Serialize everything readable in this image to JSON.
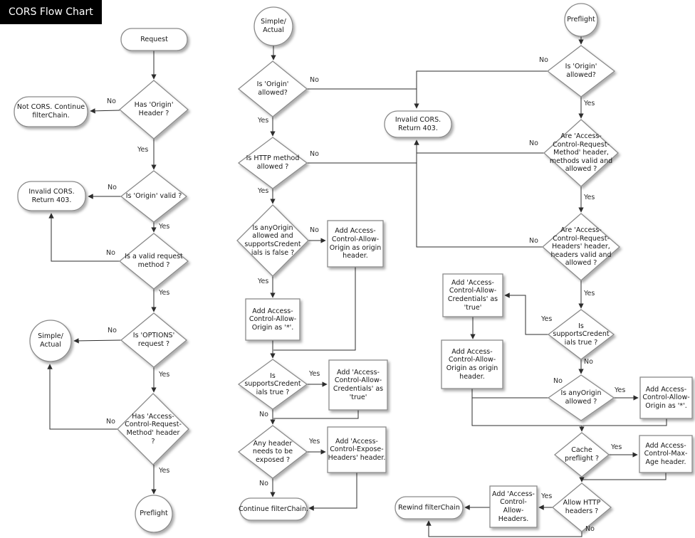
{
  "title": "CORS Flow Chart",
  "branch_labels": {
    "yes": "Yes",
    "no": "No"
  },
  "nodes": {
    "request": {
      "type": "terminator",
      "label": "Request"
    },
    "has_origin_header": {
      "type": "decision",
      "label": "Has 'Origin'\nHeader ?"
    },
    "not_cors": {
      "type": "terminator",
      "label": "Not CORS. Continue\nfilterChain."
    },
    "is_origin_valid": {
      "type": "decision",
      "label": "Is 'Origin' valid ?"
    },
    "invalid_cors_1": {
      "type": "terminator",
      "label": "Invalid CORS.\nReturn 403."
    },
    "is_valid_request_method": {
      "type": "decision",
      "label": "Is a valid request\nmethod ?"
    },
    "is_options_request": {
      "type": "decision",
      "label": "Is 'OPTIONS'\nrequest ?"
    },
    "simple_actual_1": {
      "type": "connector",
      "label": "Simple/\nActual"
    },
    "has_acr_method_header": {
      "type": "decision",
      "label": "Has 'Access-\nControl-Request-\nMethod' header\n?"
    },
    "preflight_1": {
      "type": "connector",
      "label": "Preflight"
    },
    "simple_actual_2": {
      "type": "connector",
      "label": "Simple/\nActual"
    },
    "is_origin_allowed_simple": {
      "type": "decision",
      "label": "Is 'Origin'\nallowed?"
    },
    "is_http_method_allowed": {
      "type": "decision",
      "label": "Is HTTP method\nallowed ?"
    },
    "is_anyorigin_and_credentials_false": {
      "type": "decision",
      "label": "Is anyOrigin\nallowed and\nsupportsCredent\nials is false ?"
    },
    "add_allow_origin_header_simple": {
      "type": "process",
      "label": "Add Access-\nControl-Allow-\nOrigin as origin\nheader."
    },
    "add_allow_origin_star_simple": {
      "type": "process",
      "label": "Add Access-\nControl-Allow-\nOrigin as '*'."
    },
    "is_supports_credentials_simple": {
      "type": "decision",
      "label": "Is\nsupportsCredent\nials true ?"
    },
    "add_allow_credentials_simple": {
      "type": "process",
      "label": "Add 'Access-\nControl-Allow-\nCredentials' as\n'true'"
    },
    "any_header_exposed": {
      "type": "decision",
      "label": "Any header\nneeds to be\nexposed ?"
    },
    "add_expose_headers": {
      "type": "process",
      "label": "Add 'Access-\nControl-Expose-\nHeaders' header."
    },
    "continue_filterchain": {
      "type": "terminator",
      "label": "Continue filterChain."
    },
    "invalid_cors_2": {
      "type": "terminator",
      "label": "Invalid CORS.\nReturn 403."
    },
    "preflight_2": {
      "type": "connector",
      "label": "Preflight"
    },
    "is_origin_allowed_preflight": {
      "type": "decision",
      "label": "Is 'Origin'\nallowed?"
    },
    "are_request_method_valid": {
      "type": "decision",
      "label": "Are 'Access-\nControl-Request-\nMethod' header,\nmethods valid and\nallowed ?"
    },
    "are_request_headers_valid": {
      "type": "decision",
      "label": "Are 'Access-\nControl-Request-\nHeaders' header,\nheaders valid and\nallowed ?"
    },
    "is_supports_credentials_preflight": {
      "type": "decision",
      "label": "Is\nsupportsCredent\nials true ?"
    },
    "add_allow_credentials_preflight": {
      "type": "process",
      "label": "Add 'Access-\nControl-Allow-\nCredentials' as\n'true'"
    },
    "add_allow_origin_header_preflight": {
      "type": "process",
      "label": "Add Access-\nControl-Allow-\nOrigin as origin\nheader."
    },
    "is_anyorigin_allowed_preflight": {
      "type": "decision",
      "label": "Is anyOrigin\nallowed ?"
    },
    "add_allow_origin_star_preflight": {
      "type": "process",
      "label": "Add Access-\nControl-Allow-\nOrigin as '*'."
    },
    "cache_preflight": {
      "type": "decision",
      "label": "Cache\npreflight ?"
    },
    "add_max_age": {
      "type": "process",
      "label": "Add Access-\nControl-Max-\nAge header."
    },
    "allow_http_headers": {
      "type": "decision",
      "label": "Allow HTTP\nheaders ?"
    },
    "add_allow_headers": {
      "type": "process",
      "label": "Add 'Access-\nControl-\nAllow-\nHeaders."
    },
    "rewind_filterchain": {
      "type": "terminator",
      "label": "Rewind filterChain"
    }
  }
}
